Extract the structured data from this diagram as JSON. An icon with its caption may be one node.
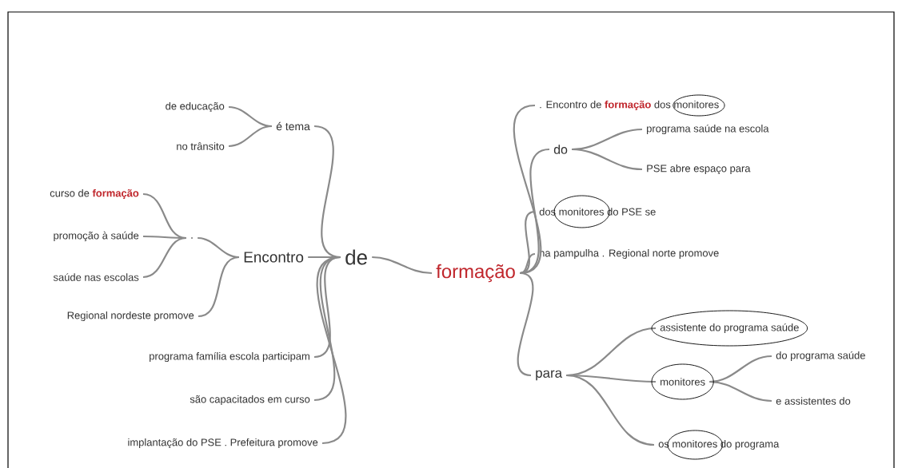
{
  "diagram": {
    "nodes": [
      {
        "text": [
          "de educação"
        ]
      },
      {
        "text": [
          "no trânsito"
        ]
      },
      {
        "text": [
          "é tema"
        ]
      },
      {
        "text": [
          "curso de **formação**"
        ]
      },
      {
        "text": [
          "promoção à saúde"
        ]
      },
      {
        "text": [
          "saúde nas escolas"
        ]
      },
      {
        "text": [
          "."
        ]
      },
      {
        "text": [
          "Encontro"
        ]
      },
      {
        "text": [
          "Regional nordeste promove"
        ]
      },
      {
        "text": [
          "programa família escola participam"
        ]
      },
      {
        "text": [
          "são capacitados em curso"
        ]
      },
      {
        "text": [
          "implantação do PSE . Prefeitura promove"
        ]
      },
      {
        "text": [
          "de"
        ]
      },
      {
        "text": [
          "formação"
        ]
      },
      {
        "text": [
          ". Encontro de **formação** dos monitores"
        ]
      },
      {
        "text": [
          "do"
        ]
      },
      {
        "text": [
          "programa saúde na escola"
        ]
      },
      {
        "text": [
          "PSE abre espaço para"
        ]
      },
      {
        "text": [
          "dos monitores do PSE se"
        ]
      },
      {
        "text": [
          "na pampulha . Regional norte promove"
        ]
      },
      {
        "text": [
          "para"
        ]
      },
      {
        "text": [
          "assistente do programa saúde"
        ]
      },
      {
        "text": [
          "monitores"
        ]
      },
      {
        "text": [
          "do programa saúde"
        ]
      },
      {
        "text": [
          "e assistentes do"
        ]
      },
      {
        "text": [
          "os monitores do programa"
        ]
      }
    ],
    "edges": [
      {
        "from": 0,
        "to": 2,
        "arrow": "none"
      },
      {
        "from": 1,
        "to": 2,
        "arrow": "none"
      },
      {
        "from": 2,
        "to": 12,
        "arrow": "none"
      },
      {
        "from": 3,
        "to": 6,
        "arrow": "none"
      },
      {
        "from": 4,
        "to": 6,
        "arrow": "none"
      },
      {
        "from": 5,
        "to": 6,
        "arrow": "none"
      },
      {
        "from": 6,
        "to": 7,
        "arrow": "none"
      },
      {
        "from": 8,
        "to": 7,
        "arrow": "none"
      },
      {
        "from": 7,
        "to": 12,
        "arrow": "none"
      },
      {
        "from": 9,
        "to": 12,
        "arrow": "none"
      },
      {
        "from": 10,
        "to": 12,
        "arrow": "none"
      },
      {
        "from": 11,
        "to": 12,
        "arrow": "none"
      },
      {
        "from": 12,
        "to": 13,
        "arrow": "none"
      },
      {
        "from": 13,
        "to": 14,
        "arrow": "none"
      },
      {
        "from": 13,
        "to": 15,
        "arrow": "none"
      },
      {
        "from": 15,
        "to": 16,
        "arrow": "none"
      },
      {
        "from": 15,
        "to": 17,
        "arrow": "none"
      },
      {
        "from": 13,
        "to": 18,
        "arrow": "none"
      },
      {
        "from": 13,
        "to": 19,
        "arrow": "none"
      },
      {
        "from": 13,
        "to": 20,
        "arrow": "none"
      },
      {
        "from": 20,
        "to": 21,
        "arrow": "none"
      },
      {
        "from": 20,
        "to": 22,
        "arrow": "none"
      },
      {
        "from": 22,
        "to": 23,
        "arrow": "none"
      },
      {
        "from": 22,
        "to": 24,
        "arrow": "none"
      },
      {
        "from": 20,
        "to": 25,
        "arrow": "none"
      }
    ]
  }
}
